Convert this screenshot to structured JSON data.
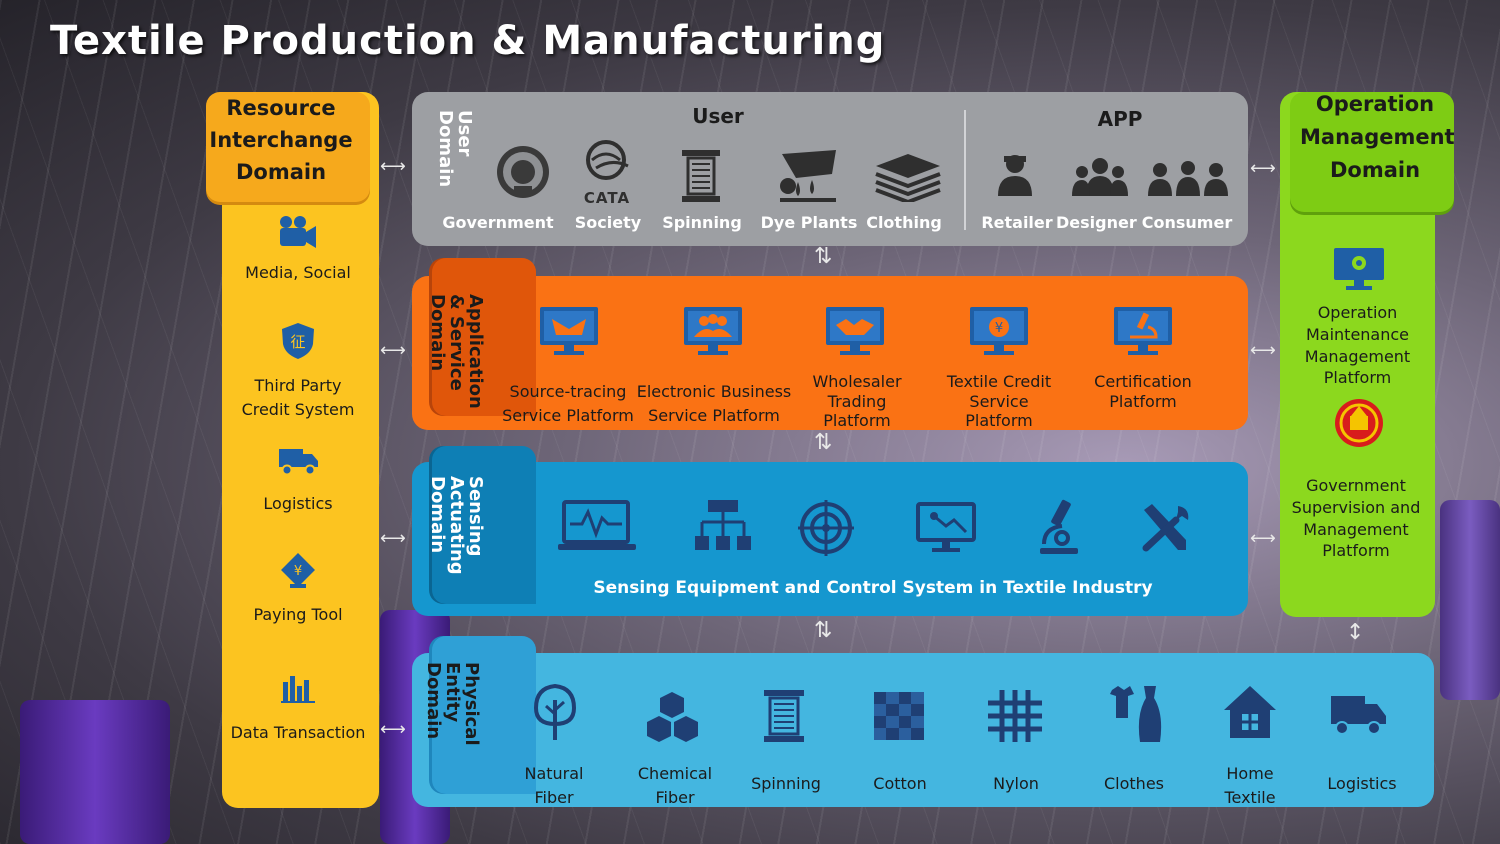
{
  "title": "Textile Production & Manufacturing",
  "resource": {
    "heading": [
      "Resource",
      "Interchange",
      "Domain"
    ],
    "items": [
      "Media, Social",
      "Third Party",
      "Credit System",
      "Logistics",
      "Paying Tool",
      "Data Transaction"
    ],
    "seal_glyph": "征"
  },
  "operation": {
    "heading": [
      "Operation",
      "Management",
      "Domain"
    ],
    "items": [
      "Operation",
      "Maintenance",
      "Management",
      "Platform",
      "Government",
      "Supervision and",
      "Management",
      "Platform"
    ]
  },
  "user": {
    "tab": [
      "User",
      "Domain"
    ],
    "user_header": "User",
    "app_header": "APP",
    "cata": "CATA",
    "items": [
      "Government",
      "Society",
      "Spinning",
      "Dye Plants",
      "Clothing",
      "Retailer",
      "Designer",
      "Consumer"
    ]
  },
  "application": {
    "tab": [
      "Application",
      "& Service",
      "Domain"
    ],
    "items": [
      [
        "Source-tracing",
        "Service Platform"
      ],
      [
        "Electronic Business",
        "Service Platform"
      ],
      [
        "Wholesaler",
        "Trading",
        "Platform"
      ],
      [
        "Textile Credit",
        "Service",
        "Platform"
      ],
      [
        "Certification",
        "Platform"
      ]
    ]
  },
  "sensing": {
    "tab": [
      "Sensing",
      "Actuating",
      "Domain"
    ],
    "caption": "Sensing Equipment and Control System in Textile Industry"
  },
  "physical": {
    "tab": [
      "Physical",
      "Entity",
      "Domain"
    ],
    "items": [
      [
        "Natural",
        "Fiber"
      ],
      [
        "Chemical",
        "Fiber"
      ],
      [
        "Spinning"
      ],
      [
        "Cotton"
      ],
      [
        "Nylon"
      ],
      [
        "Clothes"
      ],
      [
        "Home",
        "Textile"
      ],
      [
        "Logistics"
      ]
    ]
  },
  "colors": {
    "resource": "#fcc420",
    "user": "#9d9fa3",
    "application": "#fa7214",
    "sensing": "#1597cf",
    "physical": "#44b6e0",
    "operation": "#8cd81e"
  }
}
